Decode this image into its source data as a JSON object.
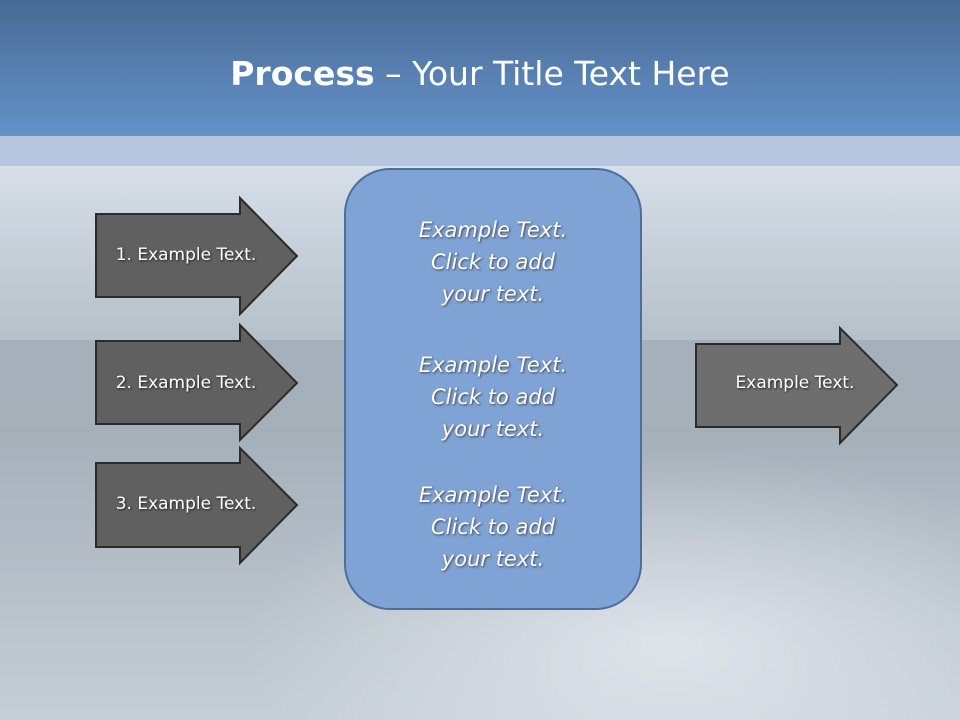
{
  "title": {
    "bold": "Process",
    "rest": " – Your Title Text Here"
  },
  "left_arrows": [
    "1. Example Text.",
    "2. Example Text.",
    "3. Example Text."
  ],
  "center_box": {
    "items": [
      "Example Text.\nClick  to add\nyour text.",
      "Example Text.\nClick  to add\nyour text.",
      "Example Text.\nClick  to add\nyour text."
    ]
  },
  "right_arrow": "Example Text.",
  "colors": {
    "header": "#5a82b5",
    "arrow_dark": "#616161",
    "arrow_light": "#6e6e6e",
    "box": "#7ea3d4"
  }
}
